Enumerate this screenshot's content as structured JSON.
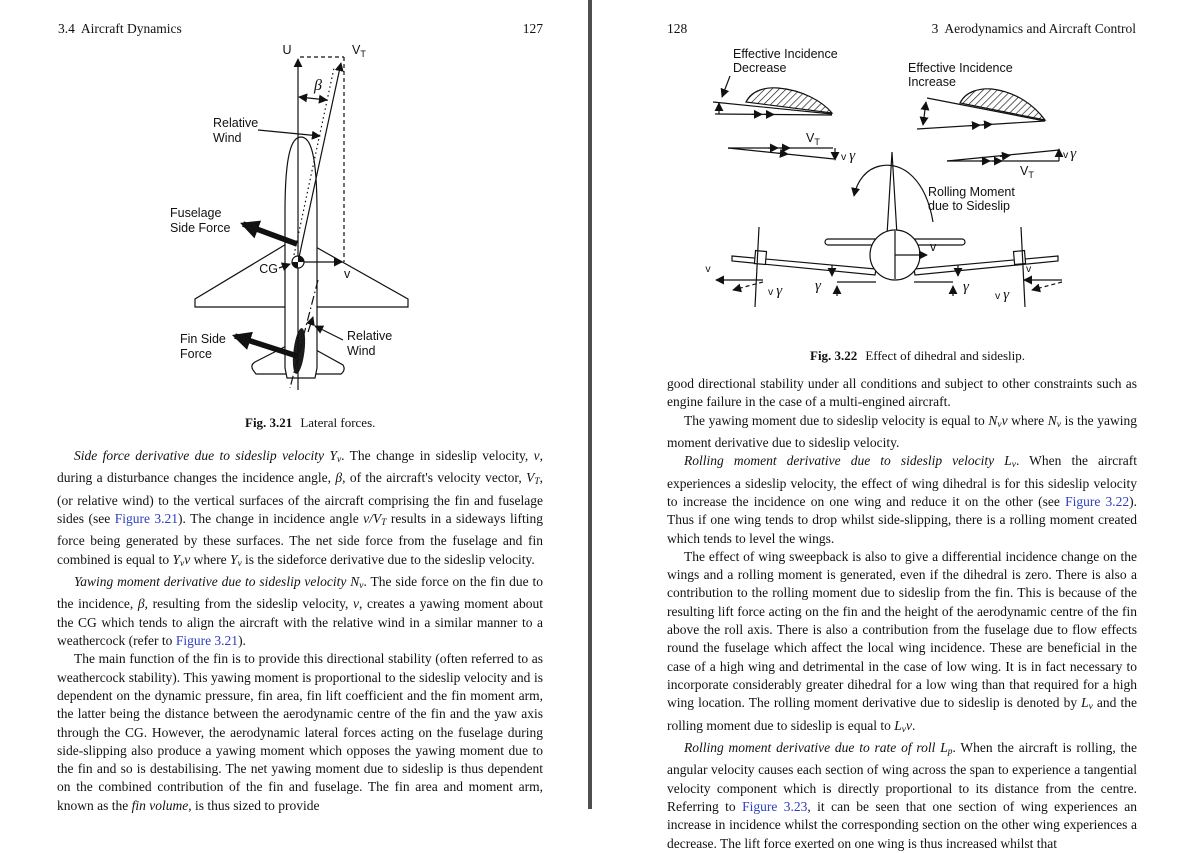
{
  "left_page": {
    "header": "3.4  Aircraft Dynamics",
    "page_number": "127",
    "figure": {
      "caption_label": "Fig. 3.21",
      "caption_text": "Lateral forces.",
      "u": "U",
      "v_cap": "V",
      "v_sub": "T",
      "beta": "β",
      "relative_wind_line1": "Relative",
      "relative_wind_line2": "Wind",
      "fuselage_force_line1": "Fuselage",
      "fuselage_force_line2": "Side Force",
      "fin_force_line1": "Fin Side",
      "fin_force_line2": "Force",
      "cg": "CG",
      "v": "v"
    },
    "paragraphs": [
      {
        "segments": [
          {
            "t": "Side force derivative due to sideslip velocity ",
            "s": "i"
          },
          {
            "t": "Y",
            "s": "i"
          },
          {
            "t": "v",
            "s": "isub"
          },
          {
            "t": ". The change in sideslip velocity, ",
            "s": ""
          },
          {
            "t": "v",
            "s": "i"
          },
          {
            "t": ", during a disturbance changes the incidence angle, ",
            "s": ""
          },
          {
            "t": "β",
            "s": "i"
          },
          {
            "t": ", of the aircraft's velocity vector, ",
            "s": ""
          },
          {
            "t": "V",
            "s": "i"
          },
          {
            "t": "T",
            "s": "isub"
          },
          {
            "t": ", (or relative wind) to the vertical surfaces of the aircraft comprising the fin and fuselage sides (see ",
            "s": ""
          },
          {
            "t": "Figure 3.21",
            "s": "l"
          },
          {
            "t": "). The change in incidence angle ",
            "s": ""
          },
          {
            "t": "v/V",
            "s": "i"
          },
          {
            "t": "T",
            "s": "isub"
          },
          {
            "t": " results in a sideways lifting force being generated by these surfaces. The net side force from the fuselage and fin combined is equal to ",
            "s": ""
          },
          {
            "t": "Y",
            "s": "i"
          },
          {
            "t": "v",
            "s": "isub"
          },
          {
            "t": "v",
            "s": "i"
          },
          {
            "t": " where ",
            "s": ""
          },
          {
            "t": "Y",
            "s": "i"
          },
          {
            "t": "v",
            "s": "isub"
          },
          {
            "t": " is the sideforce derivative due to the sideslip velocity.",
            "s": ""
          }
        ]
      },
      {
        "segments": [
          {
            "t": "Yawing moment derivative due to sideslip velocity ",
            "s": "i"
          },
          {
            "t": "N",
            "s": "i"
          },
          {
            "t": "v",
            "s": "isub"
          },
          {
            "t": ". The side force on the fin due to the incidence, ",
            "s": ""
          },
          {
            "t": "β",
            "s": "i"
          },
          {
            "t": ", resulting from the sideslip velocity, ",
            "s": ""
          },
          {
            "t": "v",
            "s": "i"
          },
          {
            "t": ", creates a yawing moment about the CG which tends to align the aircraft with the relative wind in a similar manner to a weathercock (refer to ",
            "s": ""
          },
          {
            "t": "Figure 3.21",
            "s": "l"
          },
          {
            "t": ").",
            "s": ""
          }
        ]
      },
      {
        "segments": [
          {
            "t": "The main function of the fin is to provide this directional stability (often referred to as weathercock stability). This yawing moment is proportional to the sideslip velocity and is dependent on the dynamic pressure, fin area, fin lift coefficient and the fin moment arm, the latter being the distance between the aerodynamic centre of the fin and the yaw axis through the CG. However, the aerodynamic lateral forces acting on the fuselage during side-slipping also produce a yawing moment which opposes the yawing moment due to the fin and so is destabilising. The net yawing moment due to sideslip is thus dependent on the combined contribution of the fin and fuselage. The fin area and moment arm, known as the ",
            "s": ""
          },
          {
            "t": "fin volume",
            "s": "i"
          },
          {
            "t": ", is thus sized to provide",
            "s": ""
          }
        ]
      }
    ]
  },
  "right_page": {
    "header": "3  Aerodynamics and Aircraft Control",
    "page_number": "128",
    "figure": {
      "caption_label": "Fig. 3.22",
      "caption_text": "Effect of dihedral and sideslip.",
      "eff_dec_line1": "Effective Incidence",
      "eff_dec_line2": "Decrease",
      "eff_inc_line1": "Effective Incidence",
      "eff_inc_line2": "Increase",
      "v_cap": "V",
      "v_sub": "T",
      "rolling_line1": "Rolling Moment",
      "rolling_line2": "due to Sideslip",
      "v": "v",
      "gamma": "γ"
    },
    "paragraphs": [
      {
        "segments": [
          {
            "t": "good directional stability under all conditions and subject to other constraints such as engine failure in the case of a multi-engined aircraft.",
            "s": ""
          }
        ]
      },
      {
        "segments": [
          {
            "t": "The yawing moment due to sideslip velocity is equal to ",
            "s": ""
          },
          {
            "t": "N",
            "s": "i"
          },
          {
            "t": "v",
            "s": "isub"
          },
          {
            "t": "v",
            "s": "i"
          },
          {
            "t": " where ",
            "s": ""
          },
          {
            "t": "N",
            "s": "i"
          },
          {
            "t": "v",
            "s": "isub"
          },
          {
            "t": " is the yawing moment derivative due to sideslip velocity.",
            "s": ""
          }
        ]
      },
      {
        "segments": [
          {
            "t": "Rolling moment derivative due to sideslip velocity ",
            "s": "i"
          },
          {
            "t": "L",
            "s": "i"
          },
          {
            "t": "v",
            "s": "isub"
          },
          {
            "t": ". When the aircraft experiences a sideslip velocity, the effect of wing dihedral is for this sideslip velocity to increase the incidence on one wing and reduce it on the other (see ",
            "s": ""
          },
          {
            "t": "Figure 3.22",
            "s": "l"
          },
          {
            "t": "). Thus if one wing tends to drop whilst side-slipping, there is a rolling moment created which tends to level the wings.",
            "s": ""
          }
        ]
      },
      {
        "segments": [
          {
            "t": "The effect of wing sweepback is also to give a differential incidence change on the wings and a rolling moment is generated, even if the dihedral is zero. There is also a contribution to the rolling moment due to sideslip from the fin. This is because of the resulting lift force acting on the fin and the height of the aerodynamic centre of the fin above the roll axis. There is also a contribution from the fuselage due to flow effects round the fuselage which affect the local wing incidence. These are beneficial in the case of a high wing and detrimental in the case of low wing. It is in fact necessary to incorporate considerably greater dihedral for a low wing than that required for a high wing location. The rolling moment derivative due to sideslip is denoted by ",
            "s": ""
          },
          {
            "t": "L",
            "s": "i"
          },
          {
            "t": "v",
            "s": "isub"
          },
          {
            "t": " and the rolling moment due to sideslip is equal to ",
            "s": ""
          },
          {
            "t": "L",
            "s": "i"
          },
          {
            "t": "v",
            "s": "isub"
          },
          {
            "t": "v",
            "s": "i"
          },
          {
            "t": ".",
            "s": ""
          }
        ]
      },
      {
        "segments": [
          {
            "t": "Rolling moment derivative due to rate of roll ",
            "s": "i"
          },
          {
            "t": "L",
            "s": "i"
          },
          {
            "t": "p",
            "s": "isub"
          },
          {
            "t": ". When the aircraft is rolling, the angular velocity causes each section of wing across the span to experience a tangential velocity component which is directly proportional to its distance from the centre. Referring to ",
            "s": ""
          },
          {
            "t": "Figure 3.23",
            "s": "l"
          },
          {
            "t": ", it can be seen that one section of wing experiences an increase in incidence whilst the corresponding section on the other wing experiences a decrease. The lift force exerted on one wing is thus increased whilst that",
            "s": ""
          }
        ]
      }
    ]
  }
}
